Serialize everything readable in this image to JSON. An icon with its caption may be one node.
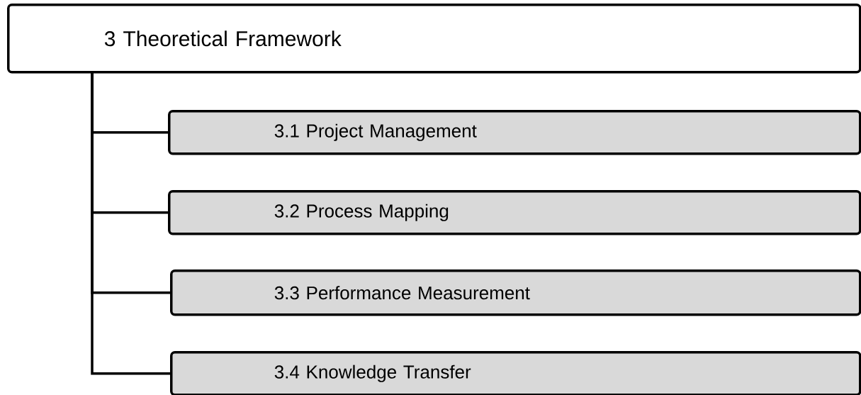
{
  "diagram": {
    "nodes": [
      {
        "text": [
          "3 Theoretical Framework"
        ]
      },
      {
        "text": [
          "3.1 Project Management"
        ]
      },
      {
        "text": [
          "3.2 Process Mapping"
        ]
      },
      {
        "text": [
          "3.3 Performance Measurement"
        ]
      },
      {
        "text": [
          "3.4 Knowledge Transfer"
        ]
      }
    ],
    "edges": [
      {
        "from": 0,
        "to": 1,
        "arrow": "none"
      },
      {
        "from": 0,
        "to": 2,
        "arrow": "none"
      },
      {
        "from": 0,
        "to": 3,
        "arrow": "none"
      },
      {
        "from": 0,
        "to": 4,
        "arrow": "none"
      }
    ]
  }
}
